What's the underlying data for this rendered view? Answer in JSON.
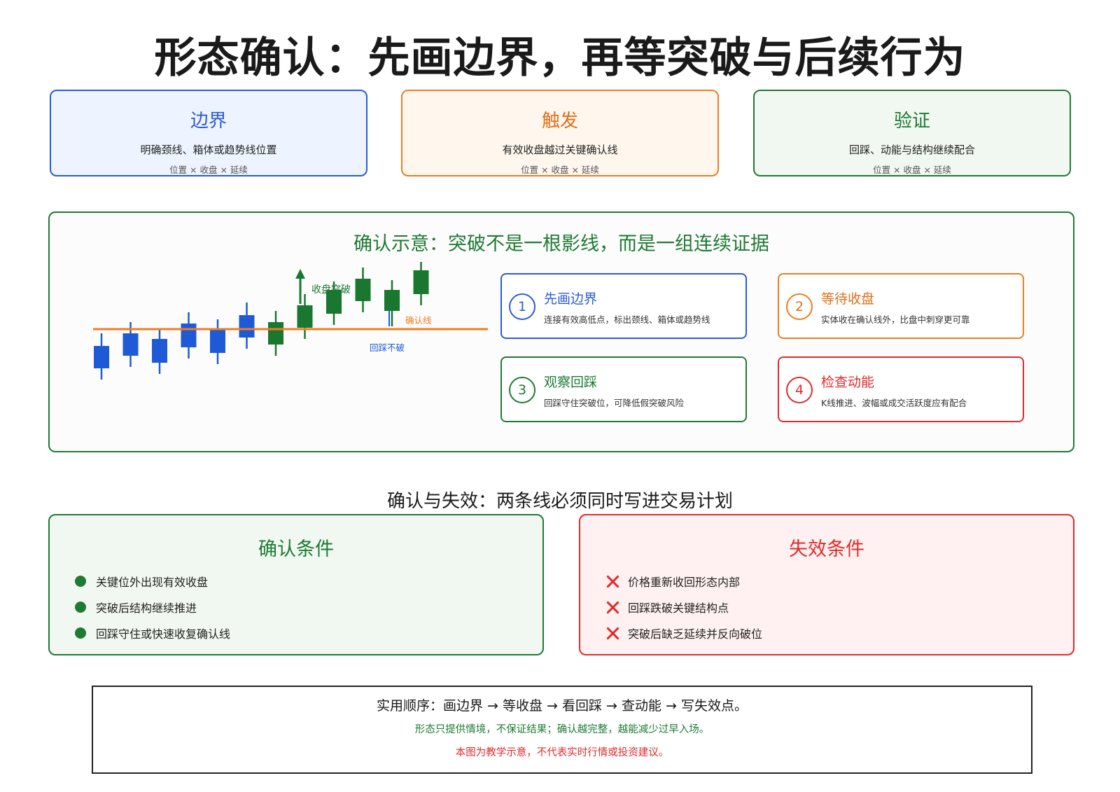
{
  "title": "形态确认：先画边界，再等突破与后续行为",
  "top_cards": [
    {
      "title": "边界",
      "desc": "明确颈线、箱体或趋势线位置",
      "tags": "位置 × 收盘 × 延续"
    },
    {
      "title": "触发",
      "desc": "有效收盘越过关键确认线",
      "tags": "位置 × 收盘 × 延续"
    },
    {
      "title": "验证",
      "desc": "回踩、动能与结构继续配合",
      "tags": "位置 × 收盘 × 延续"
    }
  ],
  "diagram": {
    "title": "确认示意：突破不是一根影线，而是一组连续证据",
    "labels": {
      "breakout": "收盘突破",
      "confirm_line": "确认线",
      "retest": "回踩不破"
    },
    "colors": {
      "bear_candle": "#1f5ad6",
      "bull_candle": "#19772f",
      "confirm_line": "#ee7d22"
    },
    "candles": [
      {
        "type": "bear"
      },
      {
        "type": "bear"
      },
      {
        "type": "bear"
      },
      {
        "type": "bear"
      },
      {
        "type": "bear"
      },
      {
        "type": "bear"
      },
      {
        "type": "bull"
      },
      {
        "type": "bull"
      },
      {
        "type": "bull"
      },
      {
        "type": "bull"
      },
      {
        "type": "bull"
      },
      {
        "type": "bull"
      }
    ]
  },
  "steps": [
    {
      "num": "1",
      "title": "先画边界",
      "desc": "连接有效高低点，标出颈线、箱体或趋势线"
    },
    {
      "num": "2",
      "title": "等待收盘",
      "desc": "实体收在确认线外，比盘中刺穿更可靠"
    },
    {
      "num": "3",
      "title": "观察回踩",
      "desc": "回踩守住突破位，可降低假突破风险"
    },
    {
      "num": "4",
      "title": "检查动能",
      "desc": "K线推进、波幅或成交活跃度应有配合"
    }
  ],
  "section_title": "确认与失效：两条线必须同时写进交易计划",
  "confirm": {
    "title": "确认条件",
    "items": [
      "关键位外出现有效收盘",
      "突破后结构继续推进",
      "回踩守住或快速收复确认线"
    ]
  },
  "fail": {
    "title": "失效条件",
    "items": [
      "价格重新收回形态内部",
      "回踩跌破关键结构点",
      "突破后缺乏延续并反向破位"
    ]
  },
  "footer": {
    "main": "实用顺序：画边界 → 等收盘 → 看回踩 → 查动能 → 写失效点。",
    "note": "形态只提供情境，不保证结果；确认越完整，越能减少过早入场。",
    "disclaimer": "本图为教学示意，不代表实时行情或投资建议。"
  }
}
